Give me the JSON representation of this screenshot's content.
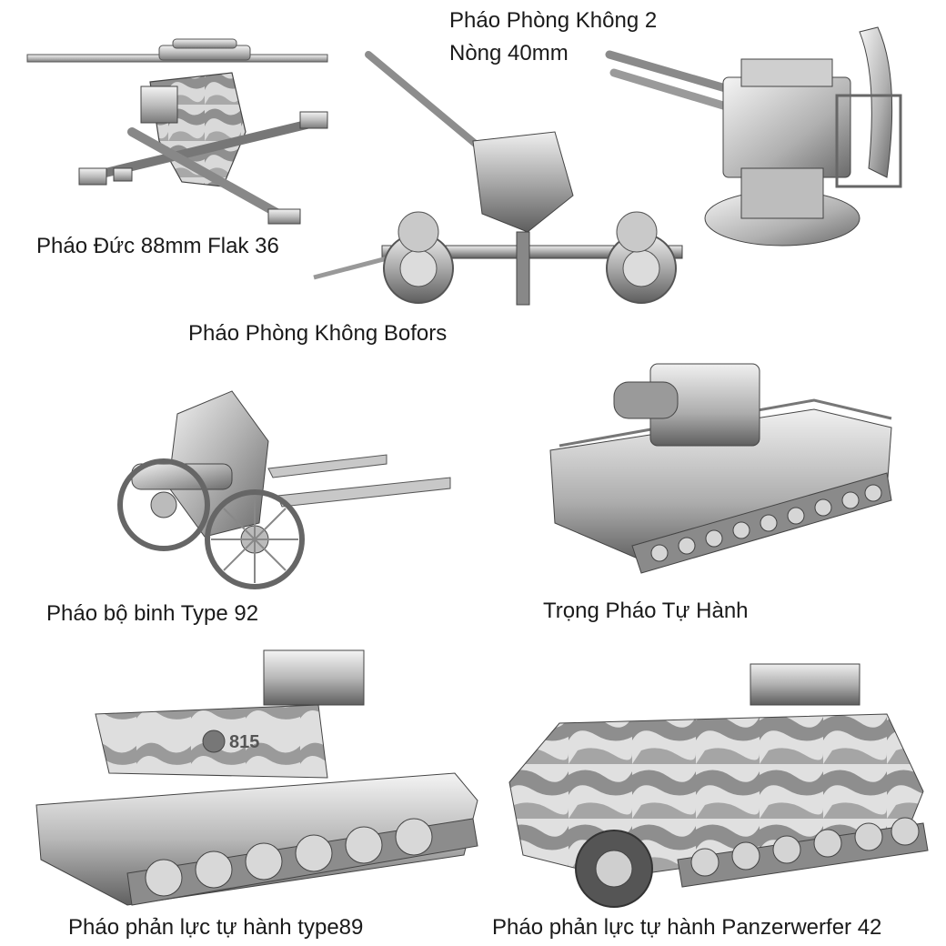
{
  "captions": {
    "flak36": "Pháo Đức 88mm Flak 36",
    "twin40_line1": "Pháo Phòng Không 2",
    "twin40_line2": "Nòng 40mm",
    "bofors": "Pháo Phòng Không Bofors",
    "type92": "Pháo bộ binh Type 92",
    "heavy_sp": "Trọng Pháo Tự Hành",
    "type89": "Pháo phản lực tự hành type89",
    "panzerwerfer": "Pháo phản lực tự hành Panzerwerfer 42"
  },
  "decals": {
    "type89_number": "815"
  },
  "colors": {
    "metal_light": "#e6e6e6",
    "metal_mid": "#b5b5b5",
    "metal_dark": "#6d6d6d",
    "camo": "#8f8f8f"
  }
}
